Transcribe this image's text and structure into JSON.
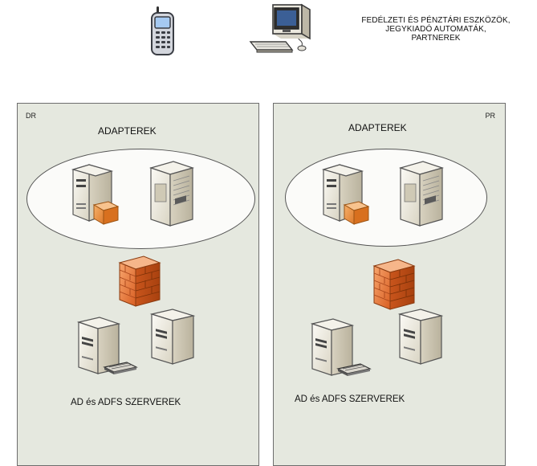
{
  "top": {
    "caption_lines": [
      "FEDÉLZETI ÉS PÉNZTÁRI ESZKÖZÖK,",
      "JEGYKIADÓ AUTOMATÁK,",
      "PARTNEREK"
    ],
    "icons": [
      "mobile-phone-icon",
      "desktop-computer-icon"
    ]
  },
  "zones": [
    {
      "code": "DR",
      "adapters_label": "ADAPTEREK",
      "servers_label": "AD és ADFS SZERVEREK"
    },
    {
      "code": "PR",
      "adapters_label": "ADAPTEREK",
      "servers_label": "AD és ADFS SZERVEREK"
    }
  ],
  "colors": {
    "zone_fill": "#e5e8df",
    "ellipse_fill": "#fbfbf9",
    "firewall": "#e8763a",
    "server_body": "#ece8dc"
  }
}
